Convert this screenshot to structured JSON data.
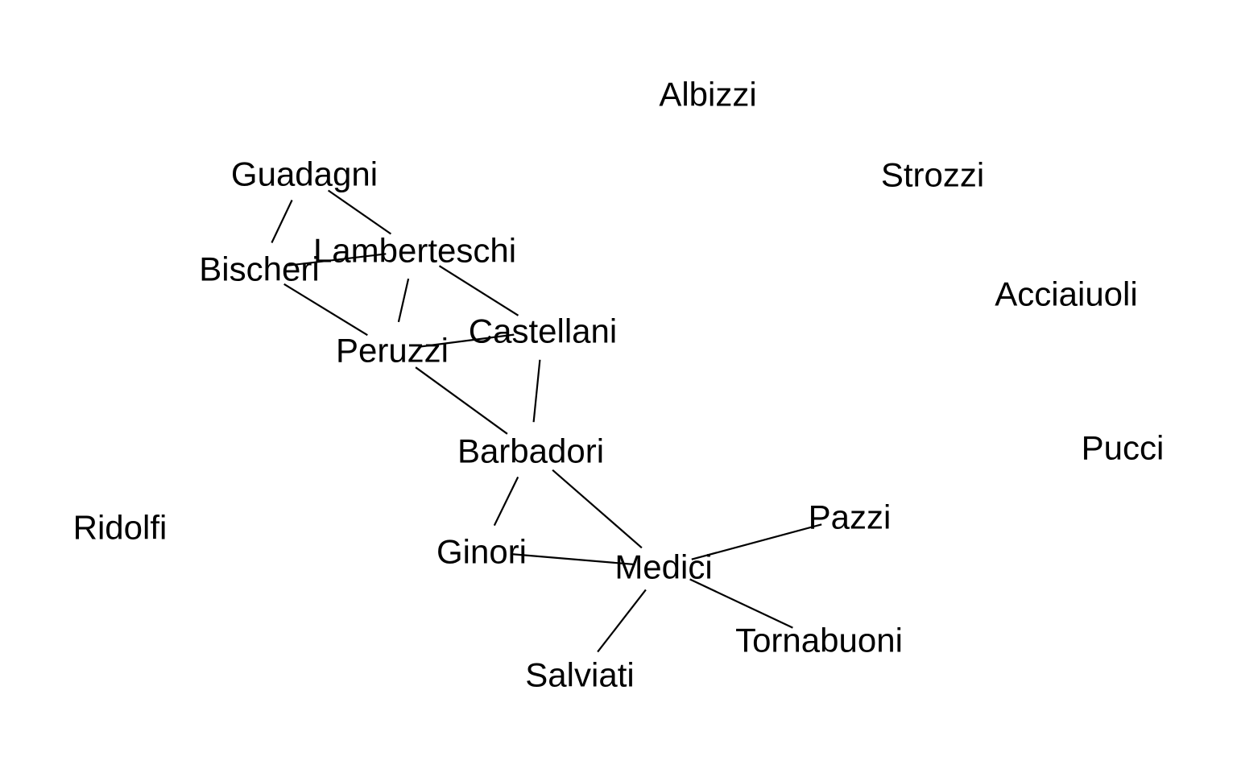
{
  "network": {
    "nodes": [
      {
        "id": "albizzi",
        "label": "Albizzi"
      },
      {
        "id": "guadagni",
        "label": "Guadagni"
      },
      {
        "id": "strozzi",
        "label": "Strozzi"
      },
      {
        "id": "lamberteschi",
        "label": "Lamberteschi"
      },
      {
        "id": "bischeri",
        "label": "Bischeri"
      },
      {
        "id": "acciaiuoli",
        "label": "Acciaiuoli"
      },
      {
        "id": "castellani",
        "label": "Castellani"
      },
      {
        "id": "peruzzi",
        "label": "Peruzzi"
      },
      {
        "id": "barbadori",
        "label": "Barbadori"
      },
      {
        "id": "pucci",
        "label": "Pucci"
      },
      {
        "id": "ridolfi",
        "label": "Ridolfi"
      },
      {
        "id": "pazzi",
        "label": "Pazzi"
      },
      {
        "id": "ginori",
        "label": "Ginori"
      },
      {
        "id": "medici",
        "label": "Medici"
      },
      {
        "id": "tornabuoni",
        "label": "Tornabuoni"
      },
      {
        "id": "salviati",
        "label": "Salviati"
      }
    ],
    "edges": [
      [
        "guadagni",
        "lamberteschi"
      ],
      [
        "guadagni",
        "bischeri"
      ],
      [
        "bischeri",
        "lamberteschi"
      ],
      [
        "lamberteschi",
        "peruzzi"
      ],
      [
        "lamberteschi",
        "castellani"
      ],
      [
        "bischeri",
        "peruzzi"
      ],
      [
        "peruzzi",
        "castellani"
      ],
      [
        "peruzzi",
        "barbadori"
      ],
      [
        "castellani",
        "barbadori"
      ],
      [
        "barbadori",
        "ginori"
      ],
      [
        "barbadori",
        "medici"
      ],
      [
        "ginori",
        "medici"
      ],
      [
        "medici",
        "pazzi"
      ],
      [
        "medici",
        "tornabuoni"
      ],
      [
        "medici",
        "salviati"
      ]
    ]
  }
}
